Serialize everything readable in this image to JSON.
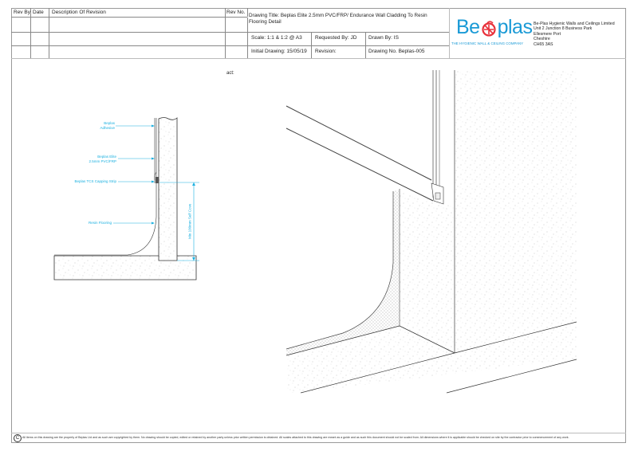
{
  "revision_table": {
    "headers": {
      "rev_by": "Rev By",
      "date": "Date",
      "description": "Description Of Revision",
      "rev_no": "Rev No."
    },
    "rows": [
      {
        "rev_by": "",
        "date": "",
        "description": "",
        "rev_no": ""
      },
      {
        "rev_by": "",
        "date": "",
        "description": "",
        "rev_no": ""
      },
      {
        "rev_by": "",
        "date": "",
        "description": "",
        "rev_no": ""
      }
    ]
  },
  "title_block": {
    "drawing_title_line1": "Drawing Title: Beplas Elite 2.5mm PVC/FRP/ Endurance Wall Cladding To Resin",
    "drawing_title_line2": "Flooring Detail",
    "scale": "Scale: 1:1 & 1:2 @ A3",
    "requested_by": "Requested By:  JD",
    "drawn_by": "Drawn By: IS",
    "initial_drawing": "Initial Drawing:  15/05/19",
    "revision": "Revision:",
    "drawing_no": "Drawing No. Beplas-005"
  },
  "company": {
    "logo_text_left": "Be",
    "logo_text_right": "plas",
    "tagline": "THE HYGIENIC WALL & CEILING COMPANY",
    "address": [
      "Be-Plas Hygienic Walls and Ceilings Limited",
      "Unit 2 Junction 8 Business Park",
      "Ellesmere Port",
      "Cheshire",
      "CH65 3AS"
    ],
    "brand_color": "#1a9ad6",
    "logo_icon_color": "#e8303a"
  },
  "drawing": {
    "stray_text": "act:",
    "section_labels": {
      "adhesive_line1": "Beplas",
      "adhesive_line2": "Adhesive",
      "elite_line1": "Beplas Elite",
      "elite_line2": "2.5mm PVC/FRP",
      "capping_strip": "Beplas TCS Capping Strip",
      "resin_flooring": "Resin Flooring",
      "dimension": "Min 100mm Self Cove"
    },
    "label_color": "#1ab0e0"
  },
  "footer": {
    "copyright_symbol": "C",
    "note": "All items on this drawing are the property of Beplas Ltd and as such are copyrighted by them. No drawing should be copied, edited or retained by another party unless prior written permission is obtained. All scales attached to this drawing are meant as a guide and as such this document should not be scaled from. All dimensions where it is applicable should be checked on site by the contractor prior to commencement of any work."
  }
}
